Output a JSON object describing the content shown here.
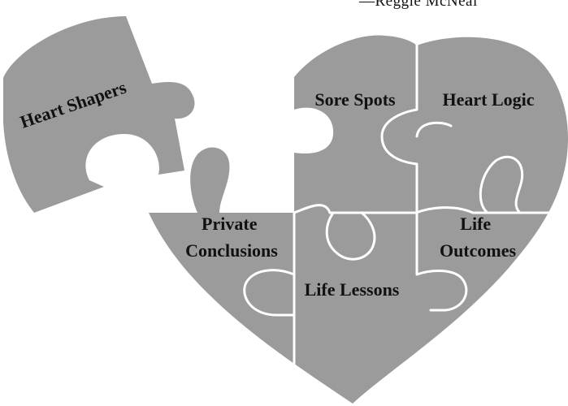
{
  "attribution": "—Reggie McNeal",
  "pieces": {
    "heart_shapers": "Heart Shapers",
    "sore_spots": "Sore Spots",
    "heart_logic": "Heart Logic",
    "private_conclusions": [
      "Private",
      "Conclusions"
    ],
    "life_lessons": "Life Lessons",
    "life_outcomes": [
      "Life",
      "Outcomes"
    ]
  },
  "colors": {
    "piece_fill": "#9b9b9b",
    "seam": "#ffffff",
    "text": "#111111"
  }
}
